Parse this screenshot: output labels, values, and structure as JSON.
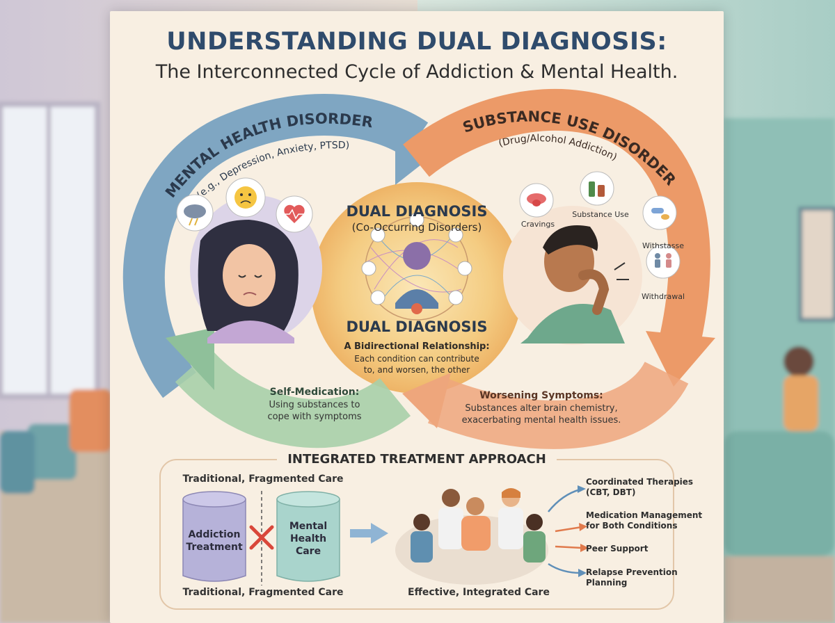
{
  "title": "UNDERSTANDING DUAL DIAGNOSIS:",
  "subtitle": "The Interconnected Cycle of Addiction & Mental Health.",
  "mental_health": {
    "heading": "MENTAL HEALTH DISORDER",
    "examples": "(e.g., Depression, Anxiety, PTSD)"
  },
  "substance_use": {
    "heading": "SUBSTANCE USE DISORDER",
    "examples": "(Drug/Alcohol Addiction)",
    "icons": [
      "Cravings",
      "Substance Use",
      "Withstasse",
      "Withdrawal"
    ]
  },
  "center": {
    "heading_top": "DUAL DIAGNOSIS",
    "subheading_top": "(Co-Occurring Disorders)",
    "heading_bottom": "DUAL DIAGNOSIS",
    "relationship_title": "A Bidirectional Relationship:",
    "relationship_line1": "Each condition can contribute",
    "relationship_line2": "to, and worsen, the other"
  },
  "self_medication": {
    "title": "Self-Medication:",
    "line1": "Using substances to",
    "line2": "cope with symptoms"
  },
  "worsening": {
    "title": "Worsening Symptoms:",
    "line1": "Substances alter brain chemistry,",
    "line2": "exacerbating mental health issues."
  },
  "treatment": {
    "heading": "INTEGRATED TREATMENT APPROACH",
    "fragmented_top": "Traditional, Fragmented Care",
    "fragmented_bottom": "Traditional, Fragmented Care",
    "cylinder_left_line1": "Addiction",
    "cylinder_left_line2": "Treatment",
    "cylinder_right_line1": "Mental",
    "cylinder_right_line2": "Health",
    "cylinder_right_line3": "Care",
    "integrated": "Effective, Integrated Care",
    "benefits": [
      {
        "line1": "Coordinated Therapies",
        "line2": "(CBT, DBT)"
      },
      {
        "line1": "Medication Management",
        "line2": "for Both Conditions"
      },
      {
        "line1": "Peer Support",
        "line2": ""
      },
      {
        "line1": "Relapse Prevention",
        "line2": "Planning"
      }
    ]
  },
  "colors": {
    "blue_arrow": "#7fa6c2",
    "orange_arrow": "#ec9a68",
    "green_arrow": "#8fc09a",
    "center_glow": "#f3c57a",
    "title": "#2f4b6c"
  }
}
